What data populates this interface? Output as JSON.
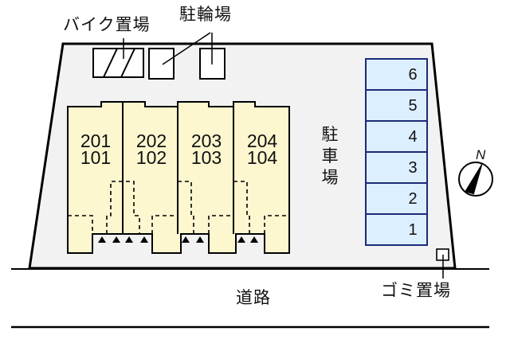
{
  "labels": {
    "bike_parking": "バイク置場",
    "bicycle_parking": "駐輪場",
    "car_parking": [
      "駐",
      "車",
      "場"
    ],
    "garbage": "ゴミ置場",
    "road": "道路",
    "north": "N"
  },
  "units": [
    {
      "upper": "201",
      "lower": "101"
    },
    {
      "upper": "202",
      "lower": "102"
    },
    {
      "upper": "203",
      "lower": "103"
    },
    {
      "upper": "204",
      "lower": "104"
    }
  ],
  "parking_spaces": [
    "6",
    "5",
    "4",
    "3",
    "2",
    "1"
  ],
  "colors": {
    "site_fill": "#f2f2f2",
    "building_fill": "#fdf7cf",
    "parking_fill": "#dcefff",
    "parking_border": "#1a2a7a",
    "line": "#000000"
  }
}
